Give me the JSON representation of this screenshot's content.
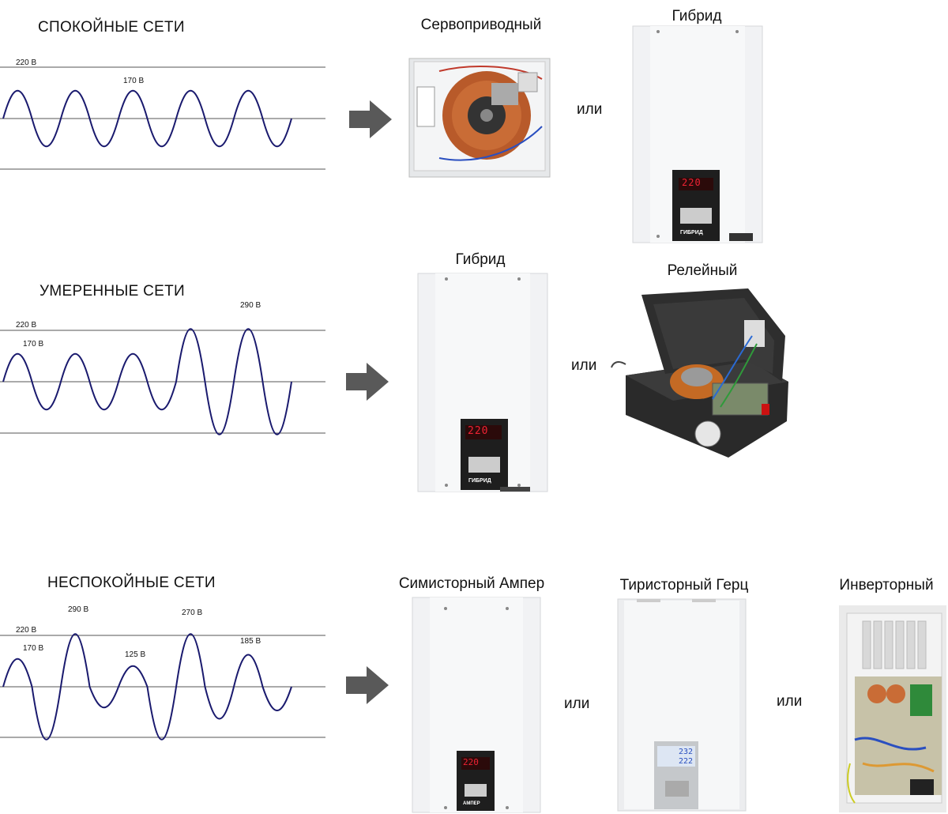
{
  "rows": [
    {
      "title": "СПОКОЙНЫЕ СЕТИ",
      "voltages": [
        "220 В",
        "170 В"
      ],
      "products": [
        "Сервоприводный",
        "Гибрид"
      ],
      "or": "или"
    },
    {
      "title": "УМЕРЕННЫЕ СЕТИ",
      "voltages": [
        "220 В",
        "170 В",
        "290 В"
      ],
      "products": [
        "Гибрид",
        "Релейный"
      ],
      "or": "или"
    },
    {
      "title": "НЕСПОКОЙНЫЕ СЕТИ",
      "voltages": [
        "220 В",
        "170 В",
        "290 В",
        "125 В",
        "270 В",
        "185 В"
      ],
      "products": [
        "Симисторный Ампер",
        "Тиристорный Герц",
        "Инверторный"
      ],
      "or": [
        "или",
        "или"
      ]
    }
  ],
  "devices": {
    "hybrid_display": "220",
    "hybrid_brand": "ГИБРИД",
    "amper_display": "220",
    "amper_brand": "АМПЕР",
    "gerc_display": [
      "232",
      "222"
    ]
  },
  "colors": {
    "wave": "#1a1a6e",
    "arrow": "#595959",
    "lines": "#555555"
  }
}
